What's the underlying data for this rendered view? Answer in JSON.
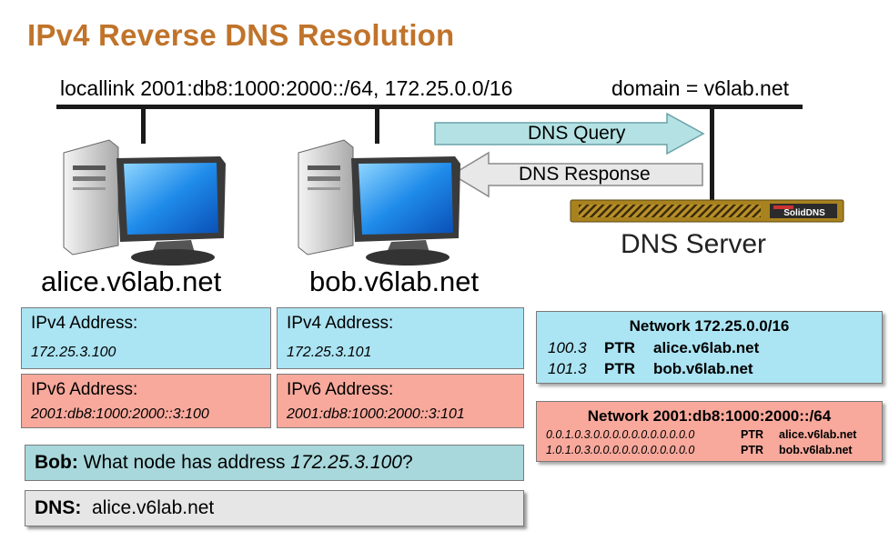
{
  "title": "IPv4 Reverse DNS Resolution",
  "network": {
    "locallink_label": "locallink 2001:db8:1000:2000::/64,  172.25.0.0/16",
    "domain_label": "domain = v6lab.net"
  },
  "arrows": {
    "query": "DNS Query",
    "response": "DNS Response"
  },
  "server": {
    "label": "DNS Server",
    "brand": "SolidDNS"
  },
  "hosts": [
    {
      "name": "alice.v6lab.net",
      "ipv4_label": "IPv4 Address:",
      "ipv4": "172.25.3.100",
      "ipv6_label": "IPv6 Address:",
      "ipv6": "2001:db8:1000:2000::3:100"
    },
    {
      "name": "bob.v6lab.net",
      "ipv4_label": "IPv4 Address:",
      "ipv4": "172.25.3.101",
      "ipv6_label": "IPv6 Address:",
      "ipv6": "2001:db8:1000:2000::3:101"
    }
  ],
  "query": {
    "bob_speaker": "Bob:",
    "bob_text_pre": "What node has address ",
    "bob_address": "172.25.3.100",
    "bob_text_post": "?",
    "dns_speaker": "DNS:",
    "dns_text": "alice.v6lab.net"
  },
  "zones": {
    "ipv4": {
      "header": "Network 172.25.0.0/16",
      "records": [
        {
          "key": "100.3",
          "type": "PTR",
          "name": "alice.v6lab.net"
        },
        {
          "key": "101.3",
          "type": "PTR",
          "name": "bob.v6lab.net"
        }
      ]
    },
    "ipv6": {
      "header": "Network 2001:db8:1000:2000::/64",
      "records": [
        {
          "key": "0.0.1.0.3.0.0.0.0.0.0.0.0.0.0.0",
          "type": "PTR",
          "name": "alice.v6lab.net"
        },
        {
          "key": "1.0.1.0.3.0.0.0.0.0.0.0.0.0.0.0",
          "type": "PTR",
          "name": "bob.v6lab.net"
        }
      ]
    }
  },
  "colors": {
    "title": "#c0732a",
    "ipv4_box": "#abe4f3",
    "ipv6_box": "#f8a99c",
    "query_box": "#a8d8dc",
    "dns_box": "#e6e6e6",
    "arrow_query": "#b4e2e4",
    "arrow_response": "#e8e8e8"
  }
}
